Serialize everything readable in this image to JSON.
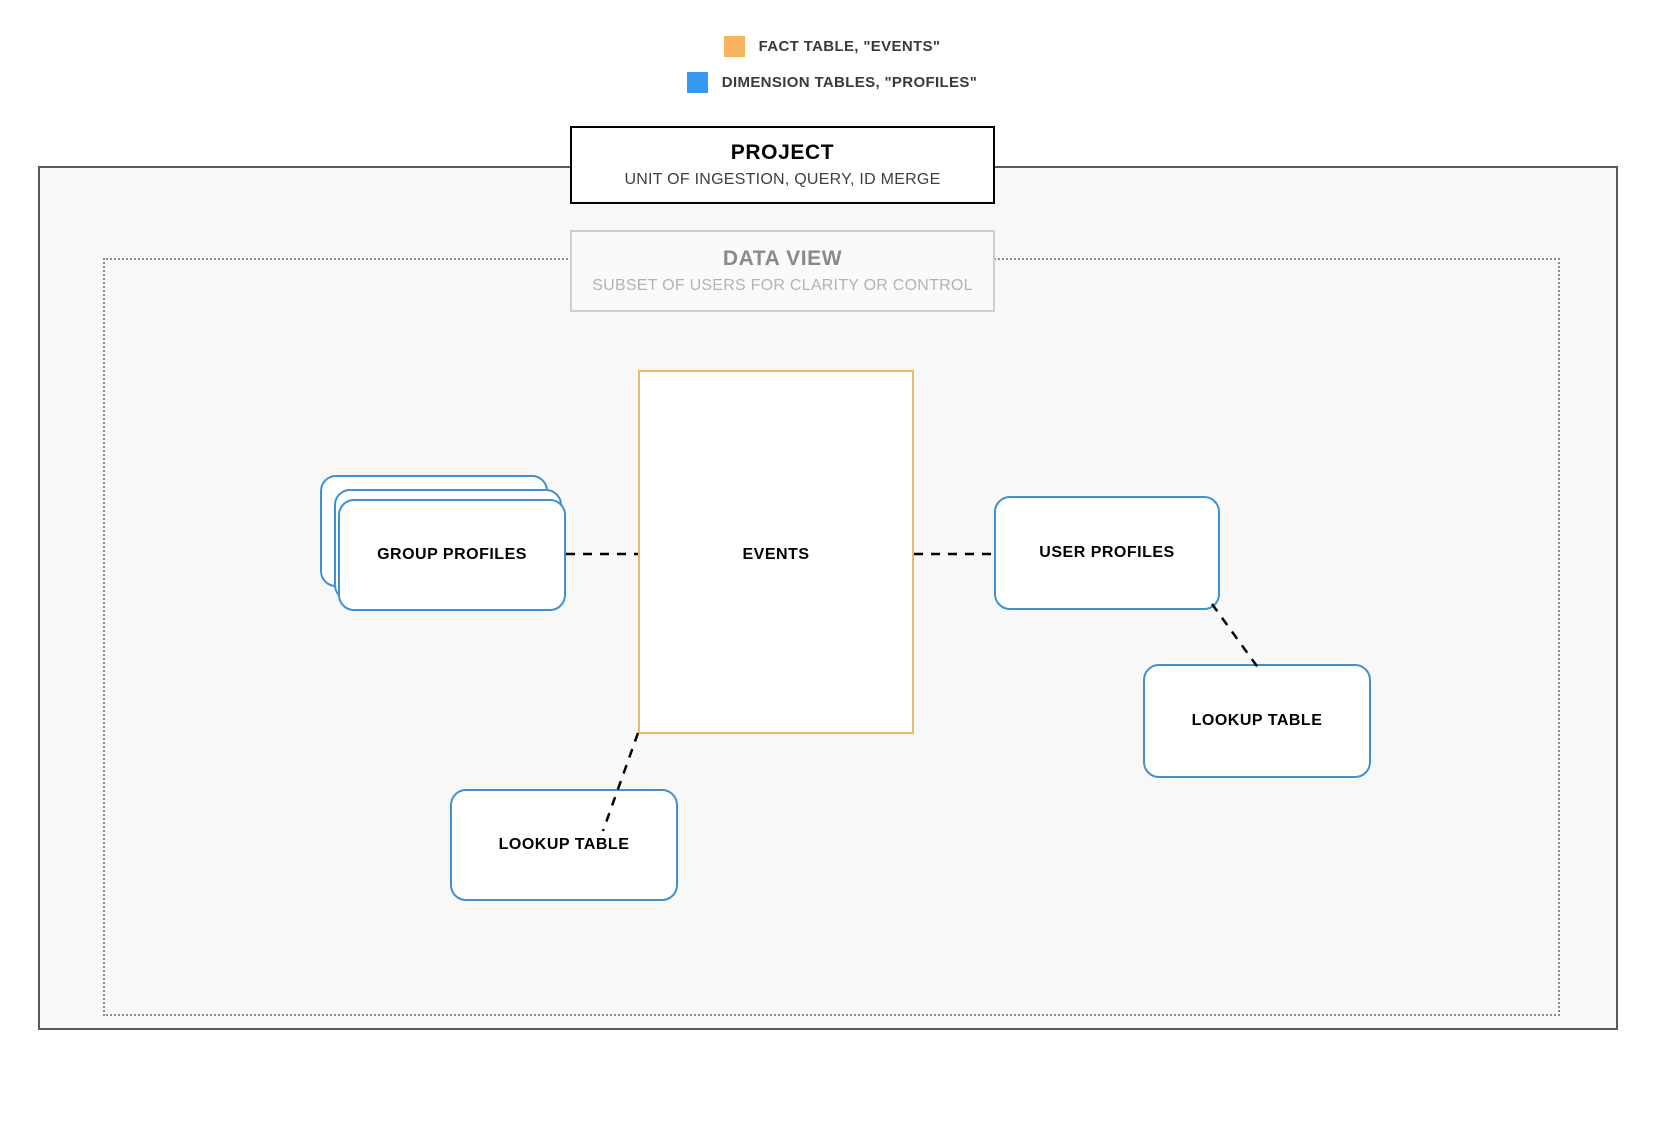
{
  "legend": {
    "items": [
      {
        "swatch_color": "#f5b45c",
        "icon": "square-swatch-icon",
        "label": "FACT TABLE, \"EVENTS\""
      },
      {
        "swatch_color": "#3498f0",
        "icon": "square-swatch-icon",
        "label": "DIMENSION TABLES, \"PROFILES\""
      }
    ]
  },
  "project": {
    "title": "PROJECT",
    "subtitle": "UNIT OF INGESTION, QUERY, ID MERGE",
    "border_color": "#000000"
  },
  "data_view": {
    "title": "DATA VIEW",
    "subtitle": "SUBSET OF USERS FOR CLARITY OR CONTROL",
    "border_color": "#cfcfcf"
  },
  "nodes": {
    "events": {
      "label": "EVENTS",
      "border_color": "#e8b96f"
    },
    "group_profiles": {
      "label": "GROUP PROFILES",
      "border_color": "#3f92cf"
    },
    "user_profiles": {
      "label": "USER PROFILES",
      "border_color": "#3f92cf"
    },
    "lookup_table_left": {
      "label": "LOOKUP TABLE",
      "border_color": "#3f92cf"
    },
    "lookup_table_right": {
      "label": "LOOKUP TABLE",
      "border_color": "#3f92cf"
    }
  },
  "connectors": [
    {
      "name": "group-profiles-to-events",
      "style": "dashed",
      "color": "#000000"
    },
    {
      "name": "events-to-user-profiles",
      "style": "dashed",
      "color": "#000000"
    },
    {
      "name": "user-profiles-to-lookup-table-right",
      "style": "dashed",
      "color": "#000000"
    },
    {
      "name": "events-to-lookup-table-left",
      "style": "dashed",
      "color": "#000000"
    }
  ]
}
